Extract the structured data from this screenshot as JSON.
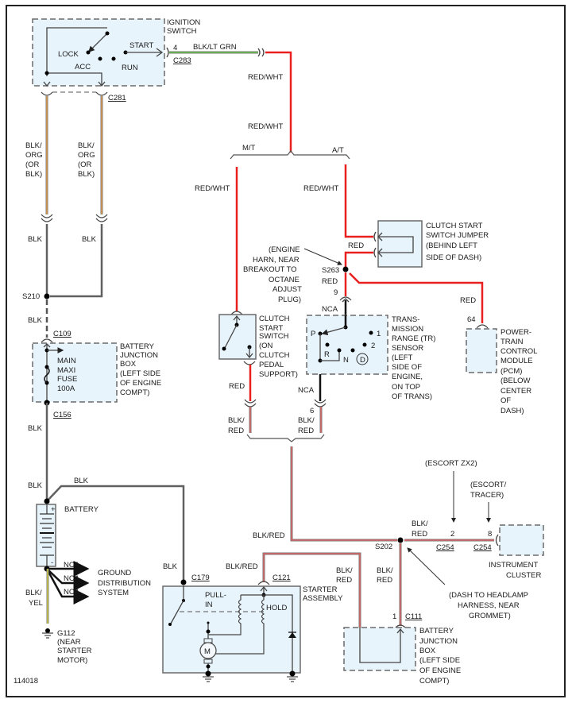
{
  "figure_id": "114018",
  "components": {
    "ignition_switch": {
      "label": [
        "IGNITION",
        "SWITCH"
      ],
      "positions": {
        "lock": "LOCK",
        "acc": "ACC",
        "run": "RUN",
        "start": "START"
      }
    },
    "clutch_start_switch_jumper": {
      "label": [
        "CLUTCH START",
        "SWITCH JUMPER",
        "(BEHIND LEFT",
        "SIDE OF DASH)"
      ]
    },
    "clutch_start_switch": {
      "label": [
        "CLUTCH",
        "START",
        "SWITCH",
        "(ON",
        "CLUTCH",
        "PEDAL",
        "SUPPORT)"
      ]
    },
    "tr_sensor": {
      "label": [
        "TRANS-",
        "MISSION",
        "RANGE (TR)",
        "SENSOR",
        "(LEFT",
        "SIDE OF",
        "ENGINE,",
        "ON TOP",
        "OF TRANS)"
      ],
      "positions": {
        "p": "P",
        "r": "R",
        "n": "N",
        "d": "D",
        "one": "1",
        "two": "2"
      }
    },
    "pcm": {
      "label": [
        "POWER-",
        "TRAIN",
        "CONTROL",
        "MODULE",
        "(PCM)",
        "(BELOW",
        "CENTER",
        "OF",
        "DASH)"
      ]
    },
    "battery_junction_box_top": {
      "label": [
        "BATTERY",
        "JUNCTION",
        "BOX",
        "(LEFT SIDE",
        "OF ENGINE",
        "COMPT)"
      ],
      "fuse": [
        "MAIN",
        "MAXI",
        "FUSE",
        "100A"
      ]
    },
    "battery": {
      "label": "BATTERY",
      "plus": "+",
      "minus": "-"
    },
    "ground_distribution": {
      "label": [
        "GROUND",
        "DISTRIBUTION",
        "SYSTEM"
      ]
    },
    "g112": {
      "label": [
        "G112",
        "(NEAR",
        "STARTER",
        "MOTOR)"
      ]
    },
    "starter_assembly": {
      "label": [
        "STARTER",
        "ASSEMBLY"
      ],
      "pull_in": [
        "PULL-",
        "IN"
      ],
      "hold": "HOLD",
      "motor": "M"
    },
    "instrument_cluster": {
      "label": [
        "INSTRUMENT",
        "CLUSTER"
      ]
    },
    "battery_junction_box_bottom": {
      "label": [
        "BATTERY",
        "JUNCTION",
        "BOX",
        "(LEFT SIDE",
        "OF ENGINE",
        "COMPT)"
      ]
    }
  },
  "connectors": {
    "c283": "C283",
    "c283_pin": "4",
    "c281": "C281",
    "c109": "C109",
    "c156": "C156",
    "c179": "C179",
    "c121": "C121",
    "c254": "C254",
    "c254_pin_zx2": "2",
    "c254_pin_tracer": "8",
    "c111": "C111",
    "c111_pin": "1",
    "tr_pin_9": "9",
    "tr_pin_6": "6",
    "pcm_pin": "64"
  },
  "splices": {
    "s210": "S210",
    "s263": "S263",
    "s202": "S202"
  },
  "wire_colors": {
    "blk_lt_grn": "BLK/LT GRN",
    "red_wht": "RED/WHT",
    "blk_org": [
      "BLK/",
      "ORG",
      "(OR",
      "BLK)"
    ],
    "blk": "BLK",
    "red": "RED",
    "nca": "NCA",
    "blk_red": "BLK/RED",
    "blk_red_split": [
      "BLK/",
      "RED"
    ],
    "blk_yel": [
      "BLK/",
      "YEL"
    ]
  },
  "variants": {
    "mt": "M/T",
    "at": "A/T",
    "escort_zx2": "(ESCORT ZX2)",
    "escort_tracer": [
      "(ESCORT/",
      "TRACER)"
    ]
  },
  "notes": {
    "s263_location": [
      "(ENGINE",
      "HARN, NEAR",
      "BREAKOUT TO",
      "OCTANE",
      "ADJUST",
      "PLUG)"
    ],
    "s202_location": [
      "(DASH TO HEADLAMP",
      "HARNESS, NEAR",
      "GROMMET)"
    ]
  },
  "colors": {
    "red_wire": "#e82020",
    "component_fill": "#e8f4fc",
    "frame": "#222222"
  }
}
